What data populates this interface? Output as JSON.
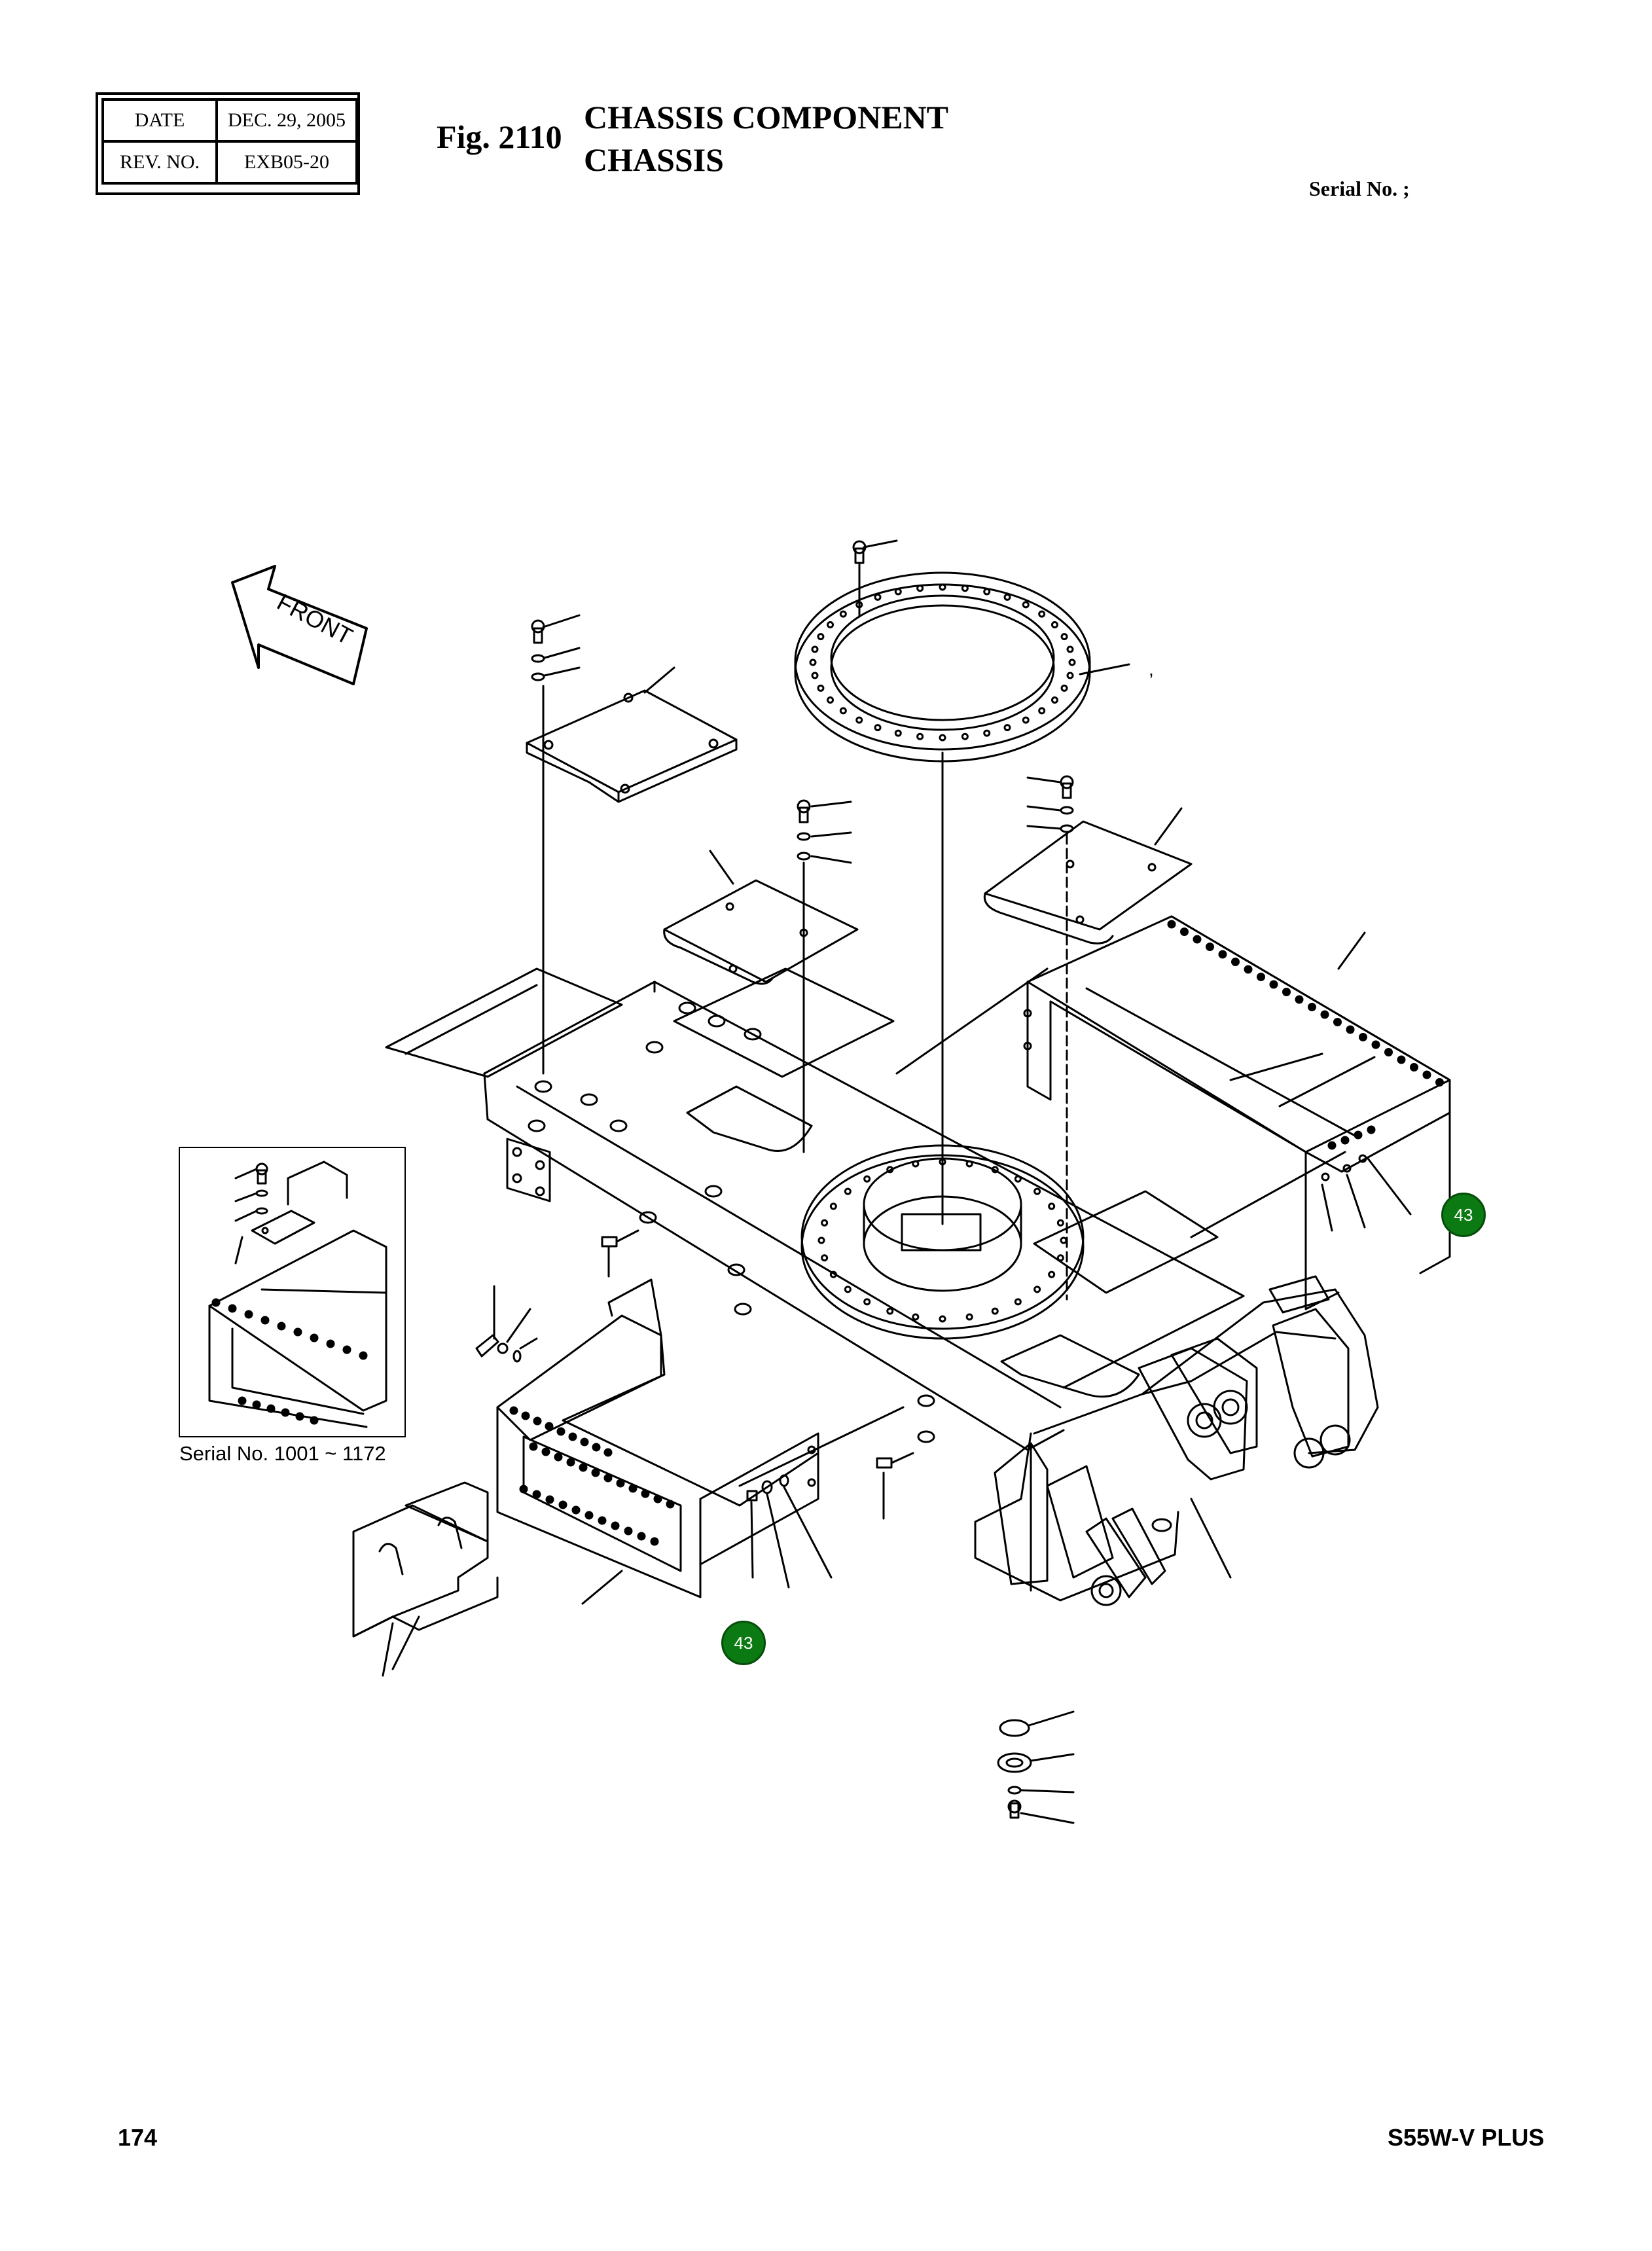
{
  "header": {
    "date_label": "DATE",
    "date_value": "DEC. 29, 2005",
    "rev_label": "REV. NO.",
    "rev_value": "EXB05-20"
  },
  "figure": {
    "number": "Fig. 2110",
    "title_line1": "CHASSIS COMPONENT",
    "title_line2": "CHASSIS",
    "serial": "Serial No. ;"
  },
  "diagram": {
    "front_label": "FRONT",
    "inset_caption": "Serial No. 1001 ~ 1172",
    "callouts": [
      "43",
      "43"
    ],
    "tail_mark": ","
  },
  "footer": {
    "page_number": "174",
    "model": "S55W-V PLUS"
  }
}
